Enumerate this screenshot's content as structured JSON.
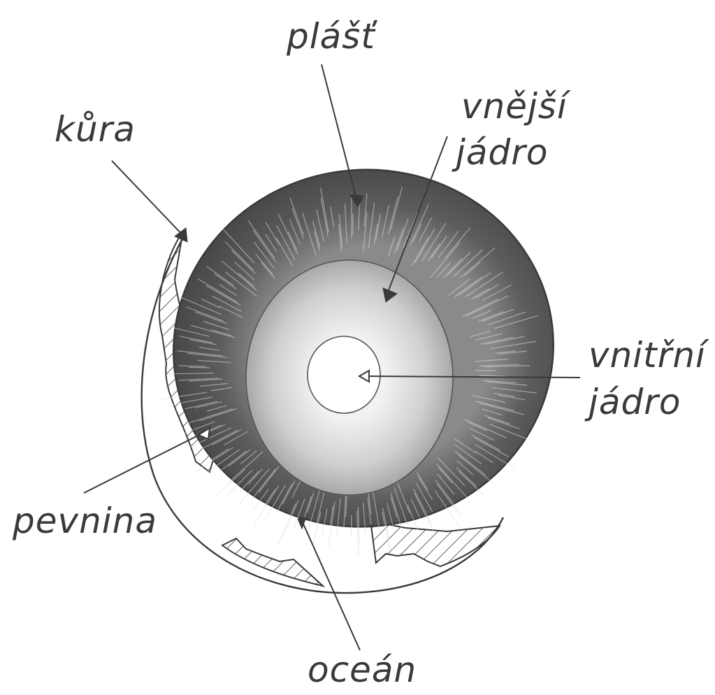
{
  "labels": {
    "mantle": "plášť",
    "crust": "kůra",
    "outer_core": "vnější\njádro",
    "outer_core_line1": "vnější",
    "outer_core_line2": "jádro",
    "inner_core_line1": "vnitřní",
    "inner_core_line2": "jádro",
    "land": "pevnina",
    "ocean": "oceán"
  },
  "colors": {
    "ink": "#3a3a3a",
    "mantle_dark": "#505050",
    "mantle_mid": "#7a7a7a",
    "outer_core": "#bdbdbd",
    "inner_core": "#ffffff"
  }
}
